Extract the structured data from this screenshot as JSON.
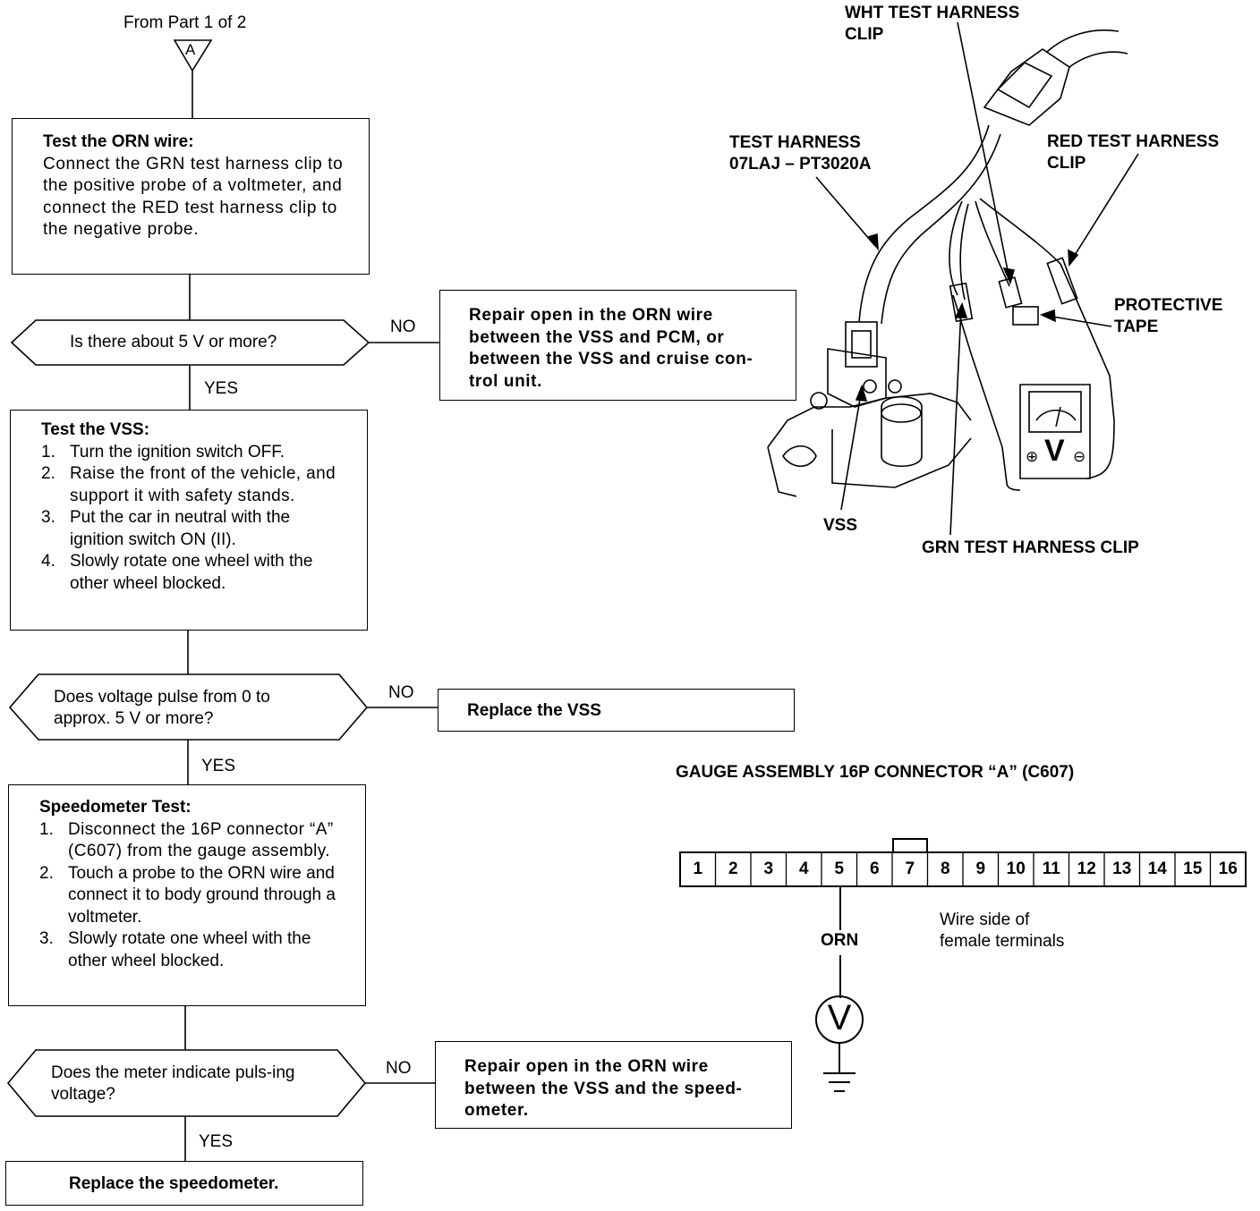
{
  "flowchart": {
    "from_label": "From Part 1 of 2",
    "connector_letter": "A",
    "box1": {
      "heading": "Test the ORN wire:",
      "body": "Connect the GRN test harness clip to the positive probe of a voltmeter, and connect the RED test harness clip to the negative probe."
    },
    "decision1": "Is there about 5 V or more?",
    "decision1_no": "NO",
    "decision1_yes": "YES",
    "result1": "Repair open in the ORN wire between the VSS and PCM, or between the VSS and cruise con-trol unit.",
    "box2": {
      "heading": "Test the VSS:",
      "steps": [
        {
          "num": "1.",
          "text": "Turn the ignition switch OFF."
        },
        {
          "num": "2.",
          "text": "Raise the front of the vehicle, and support it with safety stands."
        },
        {
          "num": "3.",
          "text": "Put the car in neutral with the ignition switch ON (II)."
        },
        {
          "num": "4.",
          "text": "Slowly rotate one wheel with the other wheel blocked."
        }
      ]
    },
    "decision2": "Does voltage pulse from 0 to approx. 5 V or more?",
    "decision2_no": "NO",
    "decision2_yes": "YES",
    "result2": "Replace the VSS",
    "box3": {
      "heading": "Speedometer Test:",
      "steps": [
        {
          "num": "1.",
          "text": "Disconnect the 16P connector “A” (C607) from the gauge assembly."
        },
        {
          "num": "2.",
          "text": "Touch a probe to the ORN wire and connect it to body ground through a voltmeter."
        },
        {
          "num": "3.",
          "text": "Slowly rotate one wheel with the other wheel blocked."
        }
      ]
    },
    "decision3": "Does the meter indicate puls-ing voltage?",
    "decision3_no": "NO",
    "decision3_yes": "YES",
    "result3": "Repair open in the ORN wire between the VSS and the speed-ometer.",
    "final": "Replace the speedometer."
  },
  "illustration": {
    "wht_clip": [
      "WHT TEST HARNESS",
      "CLIP"
    ],
    "test_harness": [
      "TEST HARNESS",
      "07LAJ – PT3020A"
    ],
    "red_clip": [
      "RED TEST HARNESS",
      "CLIP"
    ],
    "protective_tape": [
      "PROTECTIVE",
      "TAPE"
    ],
    "vss": "VSS",
    "grn_clip": "GRN TEST HARNESS CLIP",
    "meter_symbol": "V",
    "plus_symbol": "⊕",
    "minus_symbol": "⊖"
  },
  "connector": {
    "title": "GAUGE ASSEMBLY 16P CONNECTOR “A” (C607)",
    "pins": [
      "1",
      "2",
      "3",
      "4",
      "5",
      "6",
      "7",
      "8",
      "9",
      "10",
      "11",
      "12",
      "13",
      "14",
      "15",
      "16"
    ],
    "wire_color": "ORN",
    "note": [
      "Wire side of",
      "female terminals"
    ],
    "meter_symbol": "V"
  }
}
